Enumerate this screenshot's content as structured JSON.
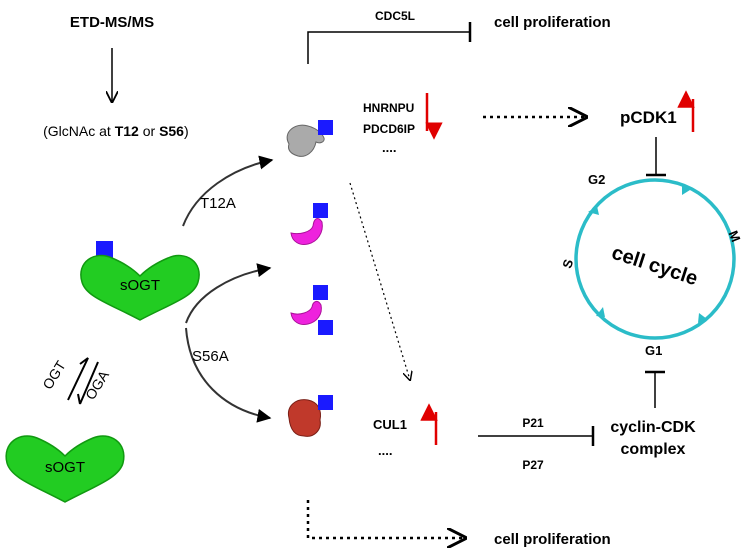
{
  "header": {
    "method": "ETD-MS/MS",
    "glyco_prefix": "(GlcNAc at ",
    "site_t12": "T12",
    "glyco_or": " or ",
    "site_s56": "S56",
    "glyco_suffix": ")"
  },
  "enzymes": {
    "main_protein": "sOGT",
    "unmodified_protein": "sOGT",
    "ogt": "OGT",
    "oga": "OGA"
  },
  "mutants": {
    "t12a": "T12A",
    "s56a": "S56A"
  },
  "top_pathway": {
    "cdc5l": "CDC5L",
    "cell_proliferation": "cell proliferation",
    "hnrnpu": "HNRNPU",
    "pdcd6ip": "PDCD6IP",
    "ellipsis": "....",
    "pcdk1": "pCDK1"
  },
  "cell_cycle": {
    "title": "cell cycle",
    "g2": "G2",
    "m": "M",
    "s": "S",
    "g1": "G1"
  },
  "bottom_pathway": {
    "cul1": "CUL1",
    "ellipsis": "....",
    "p21": "P21",
    "p27": "P27",
    "complex_line1": "cyclin-CDK",
    "complex_line2": "complex",
    "cell_proliferation": "cell proliferation"
  },
  "colors": {
    "glcnac": "#1a1aff",
    "sogt_green": "#22cc22",
    "sogt_green_dark": "#119911",
    "grey_variant": "#aaaaaa",
    "magenta_variant": "#ee22dd",
    "red_variant": "#c0392b",
    "up_down_arrow": "#e00000",
    "cycle_teal": "#2bbcc8",
    "line": "#000000"
  }
}
